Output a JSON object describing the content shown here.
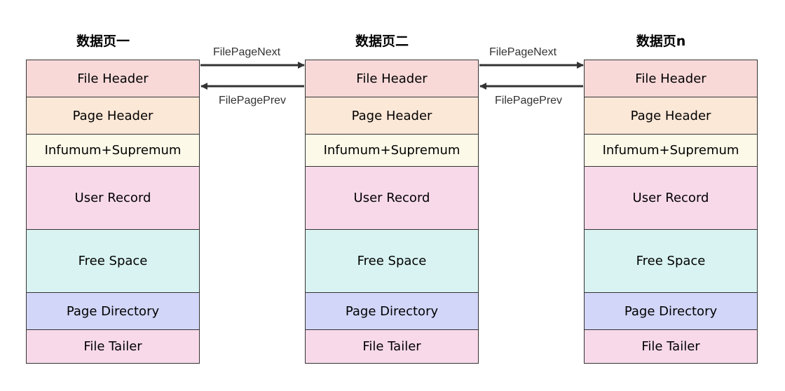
{
  "pages": [
    {
      "title": "数据页一",
      "sections": [
        {
          "label": "File Header",
          "color": "#f8d9d8"
        },
        {
          "label": "Page Header",
          "color": "#fce8d7"
        },
        {
          "label": "Infumum+Supremum",
          "color": "#fcf9e8"
        },
        {
          "label": "User Record",
          "color": "#f8d9ea"
        },
        {
          "label": "Free Space",
          "color": "#d8f3f1"
        },
        {
          "label": "Page Directory",
          "color": "#d2d6f8"
        },
        {
          "label": "File Tailer",
          "color": "#f8d9ea"
        }
      ]
    },
    {
      "title": "数据页二",
      "sections": [
        {
          "label": "File Header",
          "color": "#f8d9d8"
        },
        {
          "label": "Page Header",
          "color": "#fce8d7"
        },
        {
          "label": "Infumum+Supremum",
          "color": "#fcf9e8"
        },
        {
          "label": "User Record",
          "color": "#f8d9ea"
        },
        {
          "label": "Free Space",
          "color": "#d8f3f1"
        },
        {
          "label": "Page Directory",
          "color": "#d2d6f8"
        },
        {
          "label": "File Tailer",
          "color": "#f8d9ea"
        }
      ]
    },
    {
      "title": "数据页n",
      "sections": [
        {
          "label": "File Header",
          "color": "#f8d9d8"
        },
        {
          "label": "Page Header",
          "color": "#fce8d7"
        },
        {
          "label": "Infumum+Supremum",
          "color": "#fcf9e8"
        },
        {
          "label": "User Record",
          "color": "#f8d9ea"
        },
        {
          "label": "Free Space",
          "color": "#d8f3f1"
        },
        {
          "label": "Page Directory",
          "color": "#d2d6f8"
        },
        {
          "label": "File Tailer",
          "color": "#f8d9ea"
        }
      ]
    }
  ],
  "links": {
    "next_label": "FilePageNext",
    "prev_label": "FilePagePrev"
  },
  "colors": {
    "border": "#333333",
    "arrow": "#333333"
  }
}
